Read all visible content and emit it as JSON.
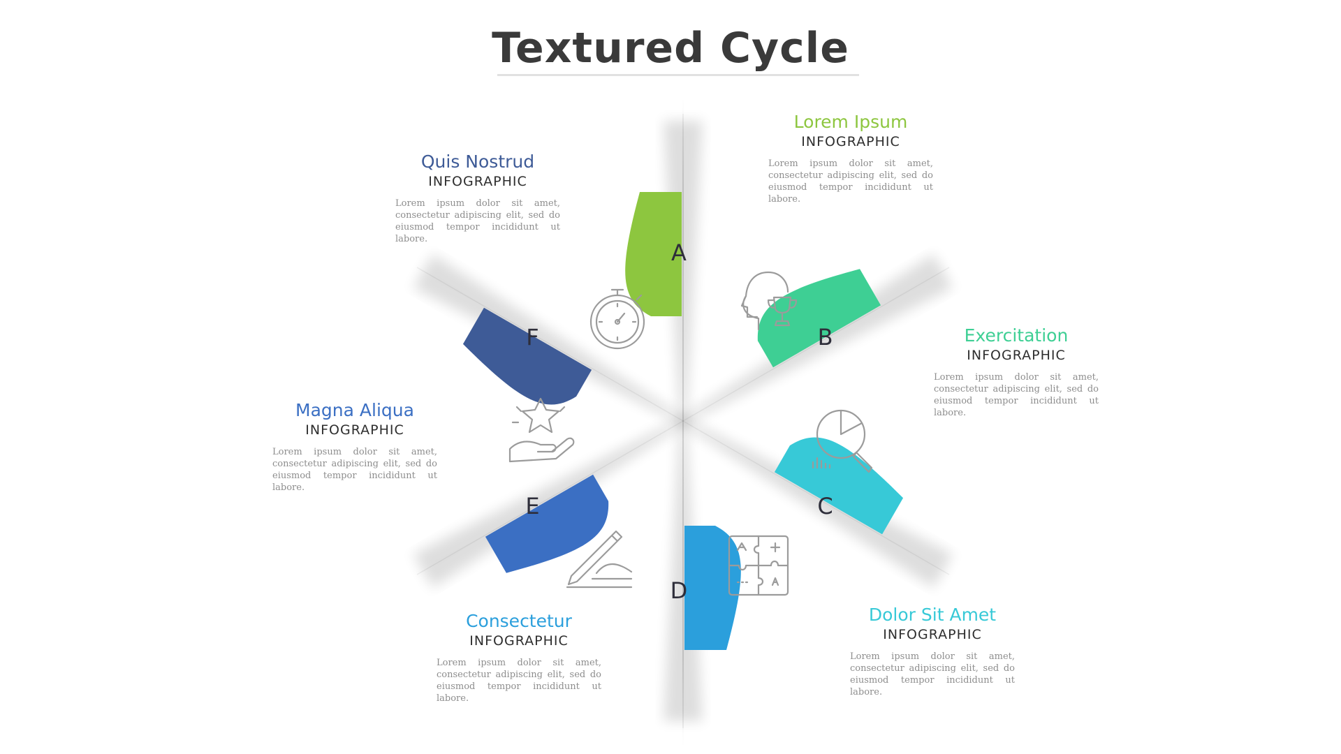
{
  "title": "Textured Cycle",
  "steps": [
    {
      "letter": "A",
      "heading": "Lorem Ipsum",
      "sub": "INFOGRAPHIC",
      "description": "Lorem ipsum dolor sit amet, consectetur adipiscing elit, sed do eiusmod tempor incididunt ut labore.",
      "color": "#8dc63f",
      "icon": "head-trophy-icon"
    },
    {
      "letter": "B",
      "heading": "Exercitation",
      "sub": "INFOGRAPHIC",
      "description": "Lorem ipsum dolor sit amet, consectetur adipiscing elit, sed do eiusmod tempor incididunt ut labore.",
      "color": "#3ecf94",
      "icon": "chart-magnifier-icon"
    },
    {
      "letter": "C",
      "heading": "Dolor Sit Amet",
      "sub": "INFOGRAPHIC",
      "description": "Lorem ipsum dolor sit amet, consectetur adipiscing elit, sed do eiusmod tempor incididunt ut labore.",
      "color": "#37c9d7",
      "icon": "puzzle-icon"
    },
    {
      "letter": "D",
      "heading": "Consectetur",
      "sub": "INFOGRAPHIC",
      "description": "Lorem ipsum dolor sit amet, consectetur adipiscing elit, sed do eiusmod tempor incididunt ut labore.",
      "color": "#2b9fdc",
      "icon": "hand-pen-icon"
    },
    {
      "letter": "E",
      "heading": "Magna Aliqua",
      "sub": "INFOGRAPHIC",
      "description": "Lorem ipsum dolor sit amet, consectetur adipiscing elit, sed do eiusmod tempor incididunt ut labore.",
      "color": "#3b6fc3",
      "icon": "hand-star-icon"
    },
    {
      "letter": "F",
      "heading": "Quis Nostrud",
      "sub": "INFOGRAPHIC",
      "description": "Lorem ipsum dolor sit amet, consectetur adipiscing elit, sed do eiusmod tempor incididunt ut labore.",
      "color": "#3e5b97",
      "icon": "stopwatch-icon"
    }
  ]
}
